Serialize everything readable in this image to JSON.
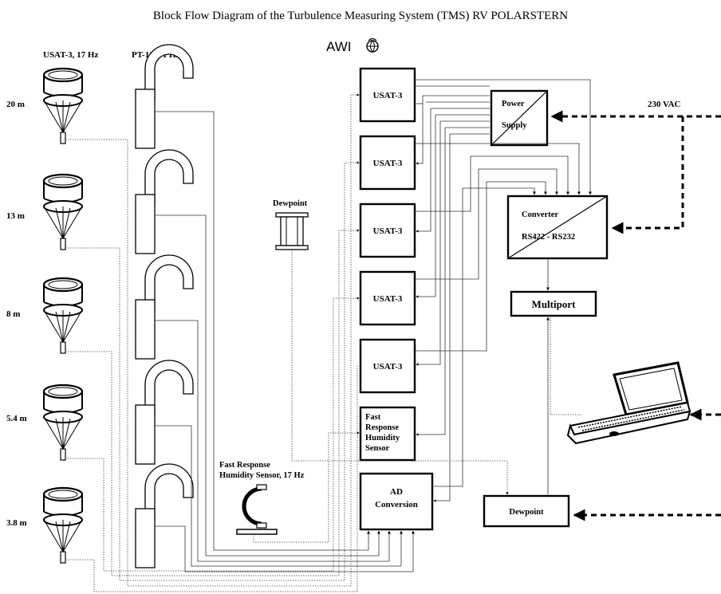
{
  "title": "Block Flow Diagram of the Turbulence Measuring System (TMS) RV POLARSTERN",
  "logo_text": "AWI",
  "column_labels": {
    "usat": "USAT-3, 17 Hz",
    "pt": "PT-100, 1 Hz"
  },
  "heights": [
    "20 m",
    "13 m",
    "8 m",
    "5.4 m",
    "3.8 m"
  ],
  "dewpoint_sensor_label": "Dewpoint",
  "fast_sensor_label": [
    "Fast Response",
    "Humidity Sensor, 17 Hz"
  ],
  "usat_boxes": [
    "USAT-3",
    "USAT-3",
    "USAT-3",
    "USAT-3",
    "USAT-3"
  ],
  "fast_box": [
    "Fast",
    "Response",
    "Humidity",
    "Sensor"
  ],
  "ad_box": [
    "AD",
    "Conversion"
  ],
  "power_supply": [
    "Power",
    "Supply"
  ],
  "vac_label": "230 VAC",
  "converter": [
    "Converter",
    "RS422 - RS232"
  ],
  "multiport": "Multiport",
  "dewpoint_unit": "Dewpoint",
  "icons": {
    "usat_sensor": "sonic-anemometer-icon",
    "pt_sensor": "temperature-sensor-icon",
    "dewpoint_sensor": "dewpoint-sensor-icon",
    "humidity_sensor": "humidity-sensor-icon",
    "laptop": "laptop-icon",
    "logo": "globe-logo-icon"
  }
}
